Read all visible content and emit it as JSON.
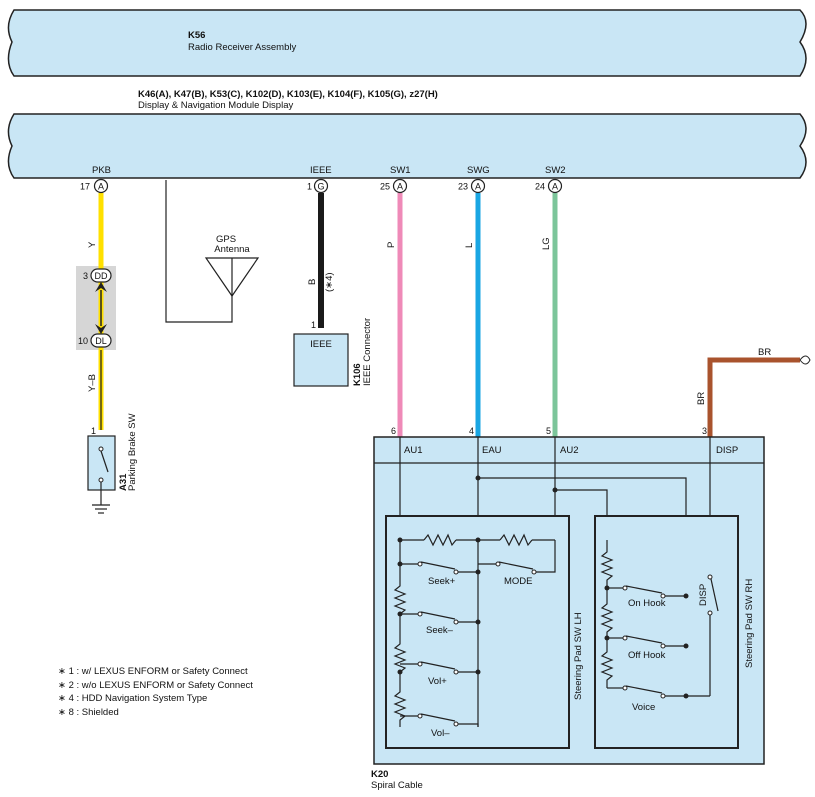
{
  "colors": {
    "module_fill": "#c9e6f5",
    "outline": "#222222",
    "wire_yellow": "#ffe000",
    "wire_black": "#1a1a1a",
    "wire_pink": "#ef8ab8",
    "wire_blue": "#1aa6e3",
    "wire_green": "#7cc59a",
    "wire_brown": "#a9532d",
    "junction_fill": "#d6d6d6"
  },
  "radio_receiver": {
    "code": "K56",
    "name": "Radio Receiver Assembly"
  },
  "display_module": {
    "codes": "K46(A), K47(B), K53(C), K102(D), K103(E), K104(F), K105(G), z27(H)",
    "name": "Display & Navigation Module Display",
    "pins": [
      {
        "label": "PKB",
        "num": "17",
        "conn": "A"
      },
      {
        "label": "IEEE",
        "num": "1",
        "conn": "G"
      },
      {
        "label": "SW1",
        "num": "25",
        "conn": "A"
      },
      {
        "label": "SWG",
        "num": "23",
        "conn": "A"
      },
      {
        "label": "SW2",
        "num": "24",
        "conn": "A"
      }
    ]
  },
  "wires": {
    "pkb_upper": "Y",
    "pkb_lower": "Y–B",
    "ieee": "B",
    "ieee_note": "(∗4)",
    "sw1": "P",
    "swg": "L",
    "sw2": "LG",
    "disp_vertical": "BR",
    "disp_top": "BR"
  },
  "junction": {
    "top": {
      "num": "3",
      "conn": "DD"
    },
    "bottom": {
      "num": "10",
      "conn": "DL"
    }
  },
  "gps": {
    "line1": "GPS",
    "line2": "Antenna"
  },
  "ieee_connector": {
    "pin": "1",
    "label": "IEEE",
    "code": "K106",
    "name": "IEEE Connector"
  },
  "parking_brake": {
    "pin": "1",
    "code": "A31",
    "name": "Parking Brake SW"
  },
  "spiral_cable": {
    "code": "K20",
    "name": "Spiral Cable",
    "pins": [
      {
        "num": "6",
        "label": "AU1"
      },
      {
        "num": "4",
        "label": "EAU"
      },
      {
        "num": "5",
        "label": "AU2"
      },
      {
        "num": "3",
        "label": "DISP"
      }
    ]
  },
  "steering_lh": {
    "name": "Steering Pad SW LH",
    "switches": [
      "Seek+",
      "MODE",
      "Seek–",
      "Vol+",
      "Vol–"
    ]
  },
  "steering_rh": {
    "name": "Steering Pad SW RH",
    "switches": [
      "On Hook",
      "Off Hook",
      "Voice",
      "DISP"
    ]
  },
  "notes": [
    "∗ 1 : w/ LEXUS ENFORM or Safety Connect",
    "∗ 2 : w/o LEXUS ENFORM or Safety Connect",
    "∗ 4 : HDD Navigation System Type",
    "∗ 8 : Shielded"
  ]
}
